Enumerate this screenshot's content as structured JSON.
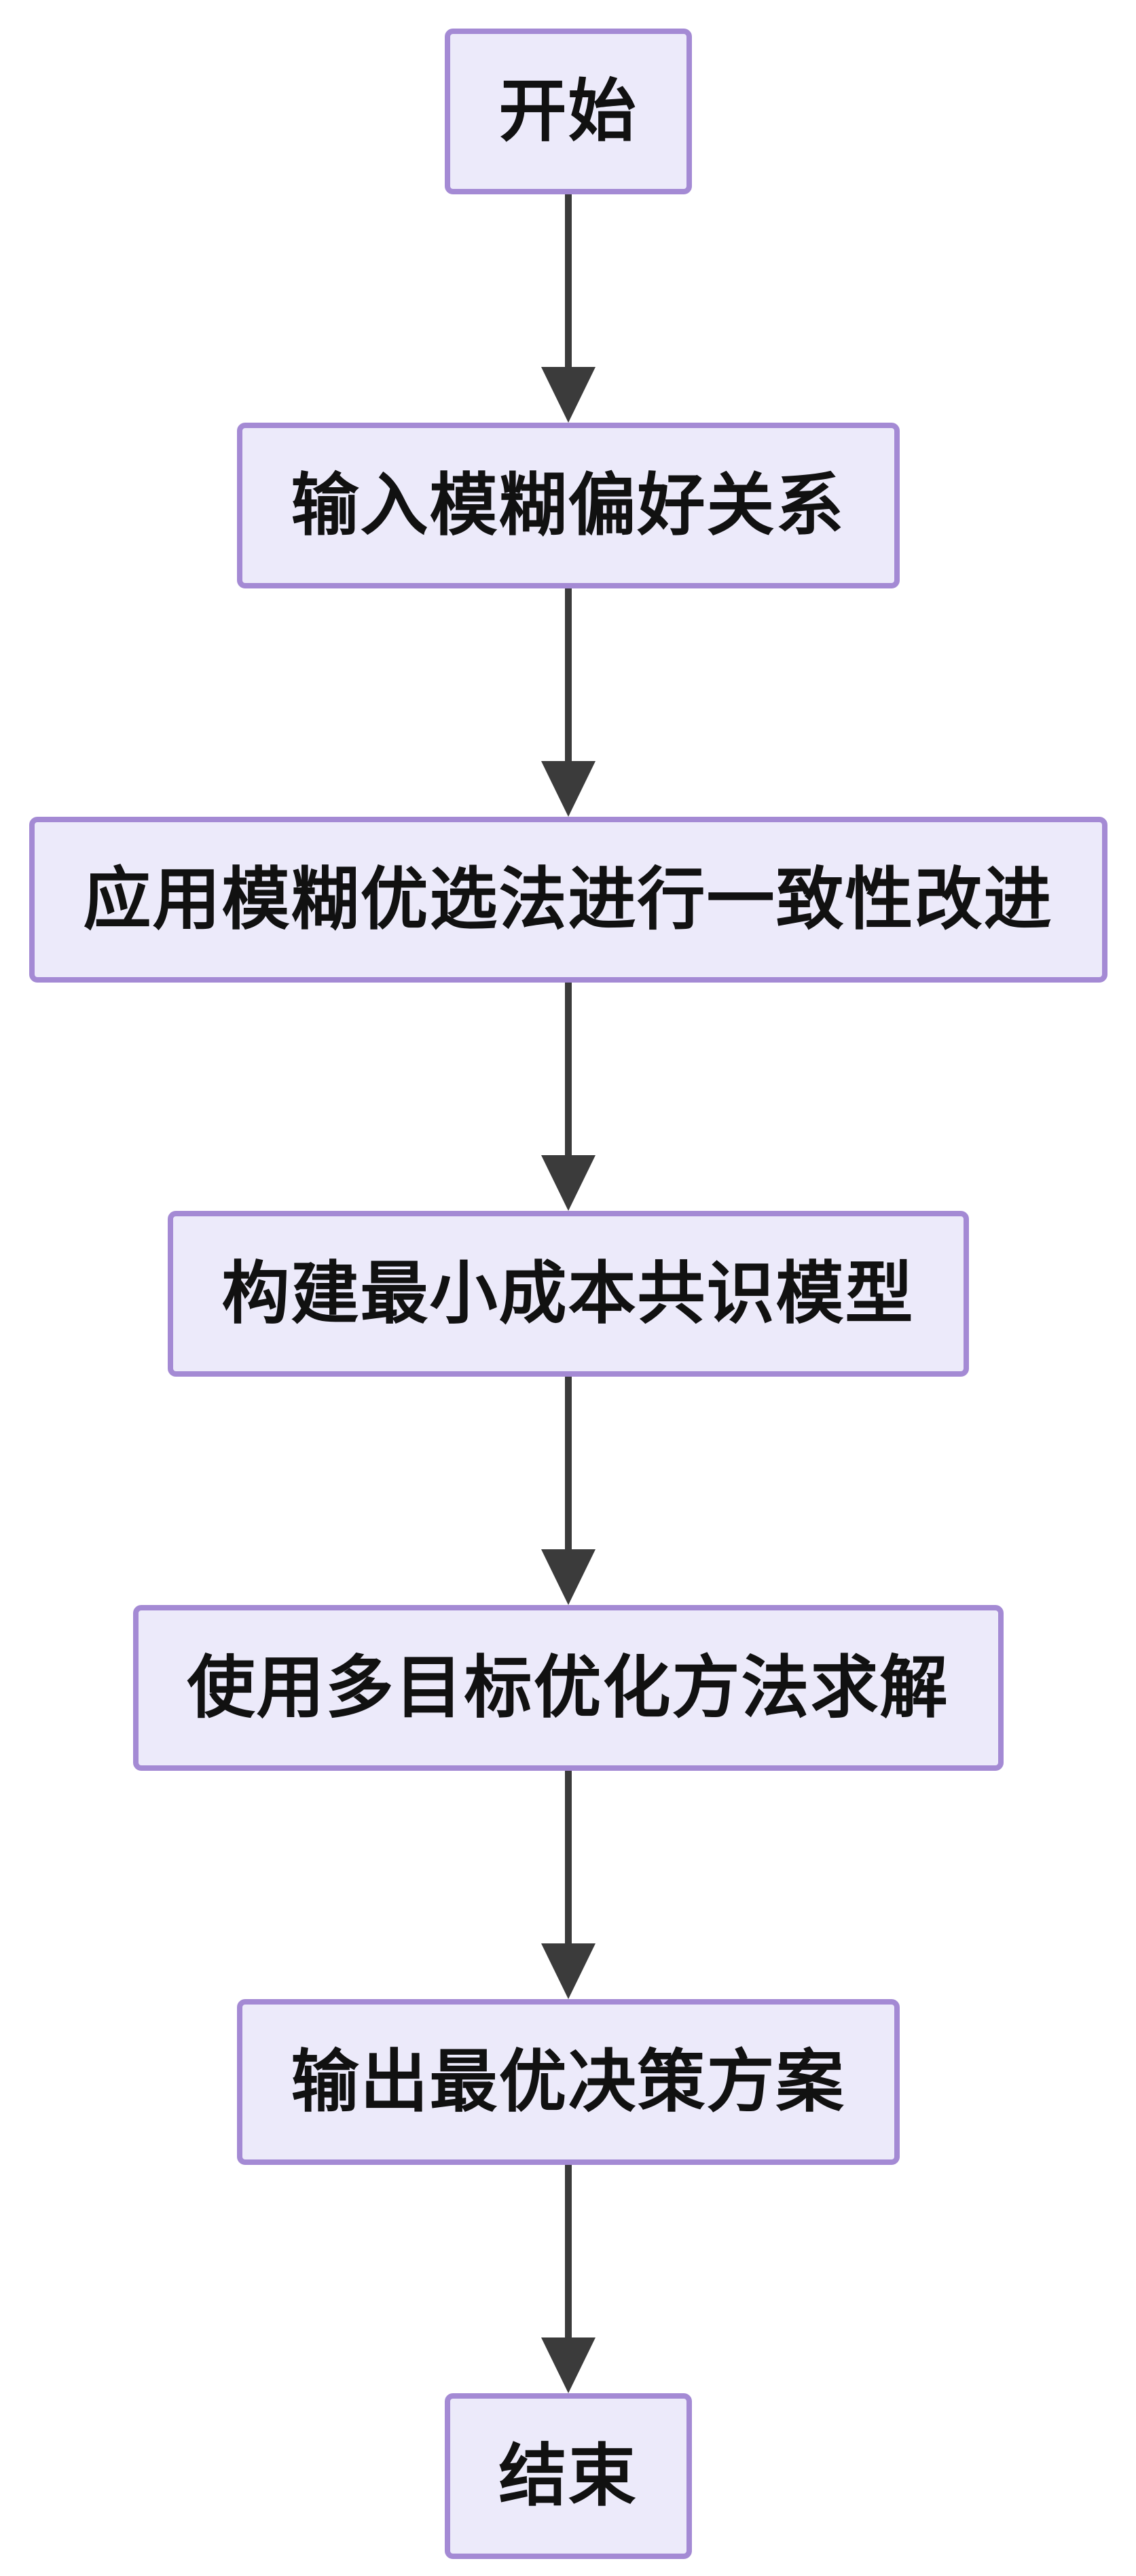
{
  "flowchart": {
    "type": "flowchart",
    "direction": "top-down",
    "steps": [
      {
        "id": "start",
        "label": "开始"
      },
      {
        "id": "input",
        "label": "输入模糊偏好关系"
      },
      {
        "id": "consistency",
        "label": "应用模糊优选法进行一致性改进"
      },
      {
        "id": "model",
        "label": "构建最小成本共识模型"
      },
      {
        "id": "solve",
        "label": "使用多目标优化方法求解"
      },
      {
        "id": "output",
        "label": "输出最优决策方案"
      },
      {
        "id": "end",
        "label": "结束"
      }
    ],
    "connections": [
      {
        "from": "start",
        "to": "input"
      },
      {
        "from": "input",
        "to": "consistency"
      },
      {
        "from": "consistency",
        "to": "model"
      },
      {
        "from": "model",
        "to": "solve"
      },
      {
        "from": "solve",
        "to": "output"
      },
      {
        "from": "output",
        "to": "end"
      }
    ],
    "colors": {
      "node_fill": "#eceafa",
      "node_border": "#a48ad4",
      "arrow": "#3b3b3b",
      "text": "#111111",
      "background": "#ffffff"
    }
  }
}
